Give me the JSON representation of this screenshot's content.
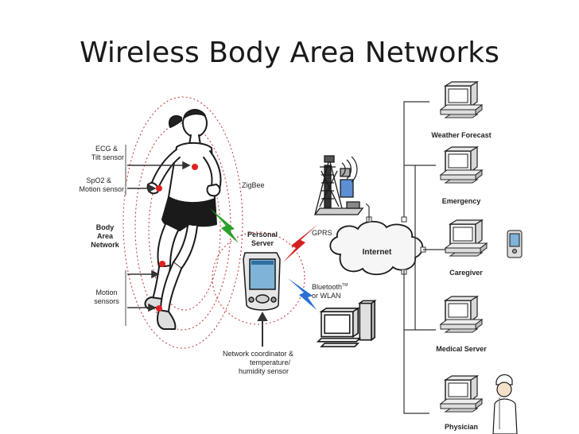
{
  "slide": {
    "title": "Wireless Body Area Networks"
  },
  "diagram": {
    "sensors": {
      "ecg_line1": "ECG &",
      "ecg_line2": "Tilt sensor",
      "spo2_line1": "SpO2 &",
      "spo2_line2": "Motion sensor",
      "ban_line1": "Body",
      "ban_line2": "Area",
      "ban_line3": "Network",
      "motion_line1": "Motion",
      "motion_line2": "sensors"
    },
    "links": {
      "zigbee": "ZigBee",
      "gprs": "GPRS",
      "bluetooth_line1": "Bluetooth",
      "bluetooth_tm": "TM",
      "bluetooth_line2": "or WLAN"
    },
    "personal_server": {
      "line1": "Personal",
      "line2": "Server"
    },
    "internet": "Internet",
    "coordinator": {
      "line1": "Network coordinator &",
      "line2": "temperature/",
      "line3": "humidity sensor"
    },
    "endpoints": [
      "Weather Forecast",
      "Emergency",
      "Caregiver",
      "Medical Server",
      "Physician"
    ],
    "colors": {
      "sensor_dot": "#e02020",
      "zigbee_bolt": "#2aa02a",
      "gprs_bolt": "#d42020",
      "bluetooth_bolt": "#2a6fd4",
      "field_ring": "#c03030"
    }
  }
}
